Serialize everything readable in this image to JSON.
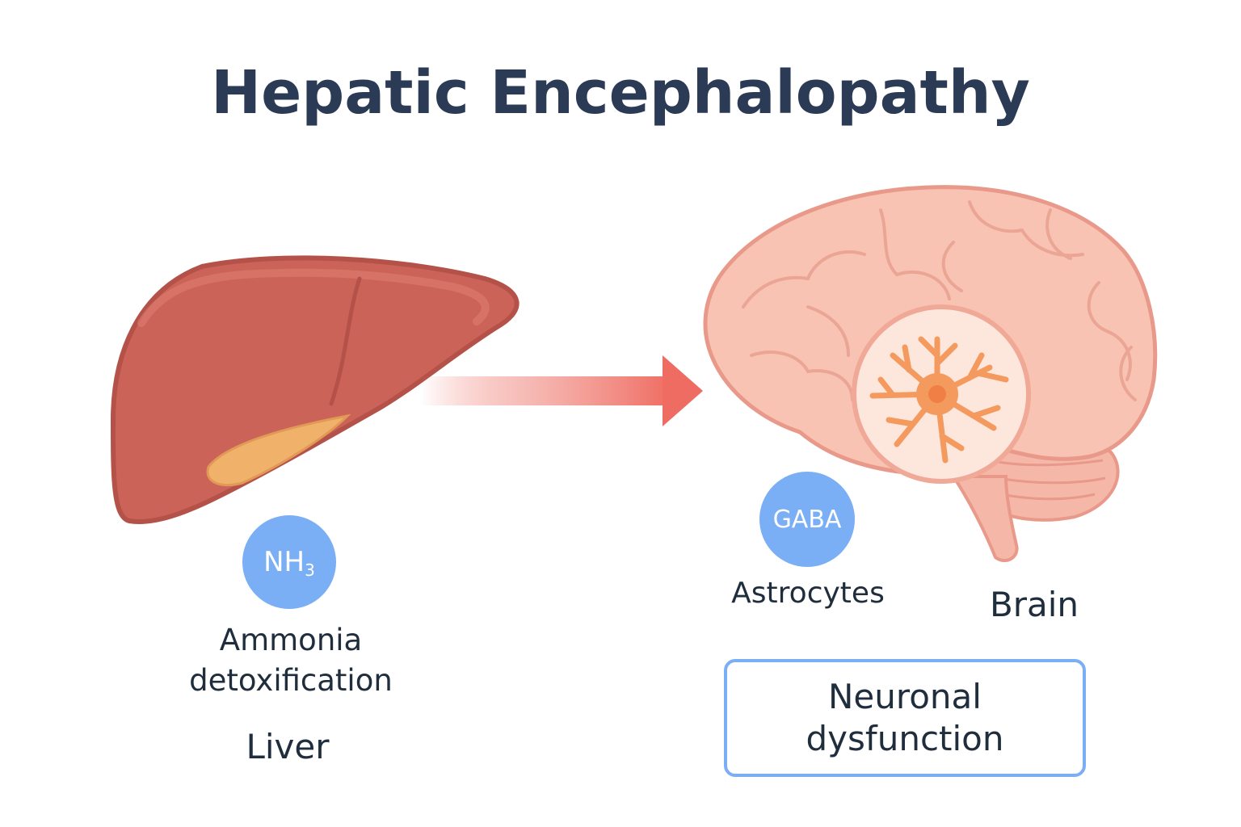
{
  "title": "Hepatic Encephalopathy",
  "liver": {
    "name": "Liver",
    "function_label": "Ammonia detoxification",
    "badge_main": "NH",
    "badge_sub": "3"
  },
  "brain": {
    "name": "Brain",
    "cell_label": "Astrocytes",
    "badge": "GABA",
    "outcome": "Neuronal dysfunction"
  },
  "colors": {
    "title": "#2b3a55",
    "liver": "#cc6358",
    "gallbladder": "#f0b26a",
    "arrow": "#ef6c62",
    "brain": "#f9c3b4",
    "astrocyte": "#f59a5e",
    "badge": "#7aaef5"
  }
}
